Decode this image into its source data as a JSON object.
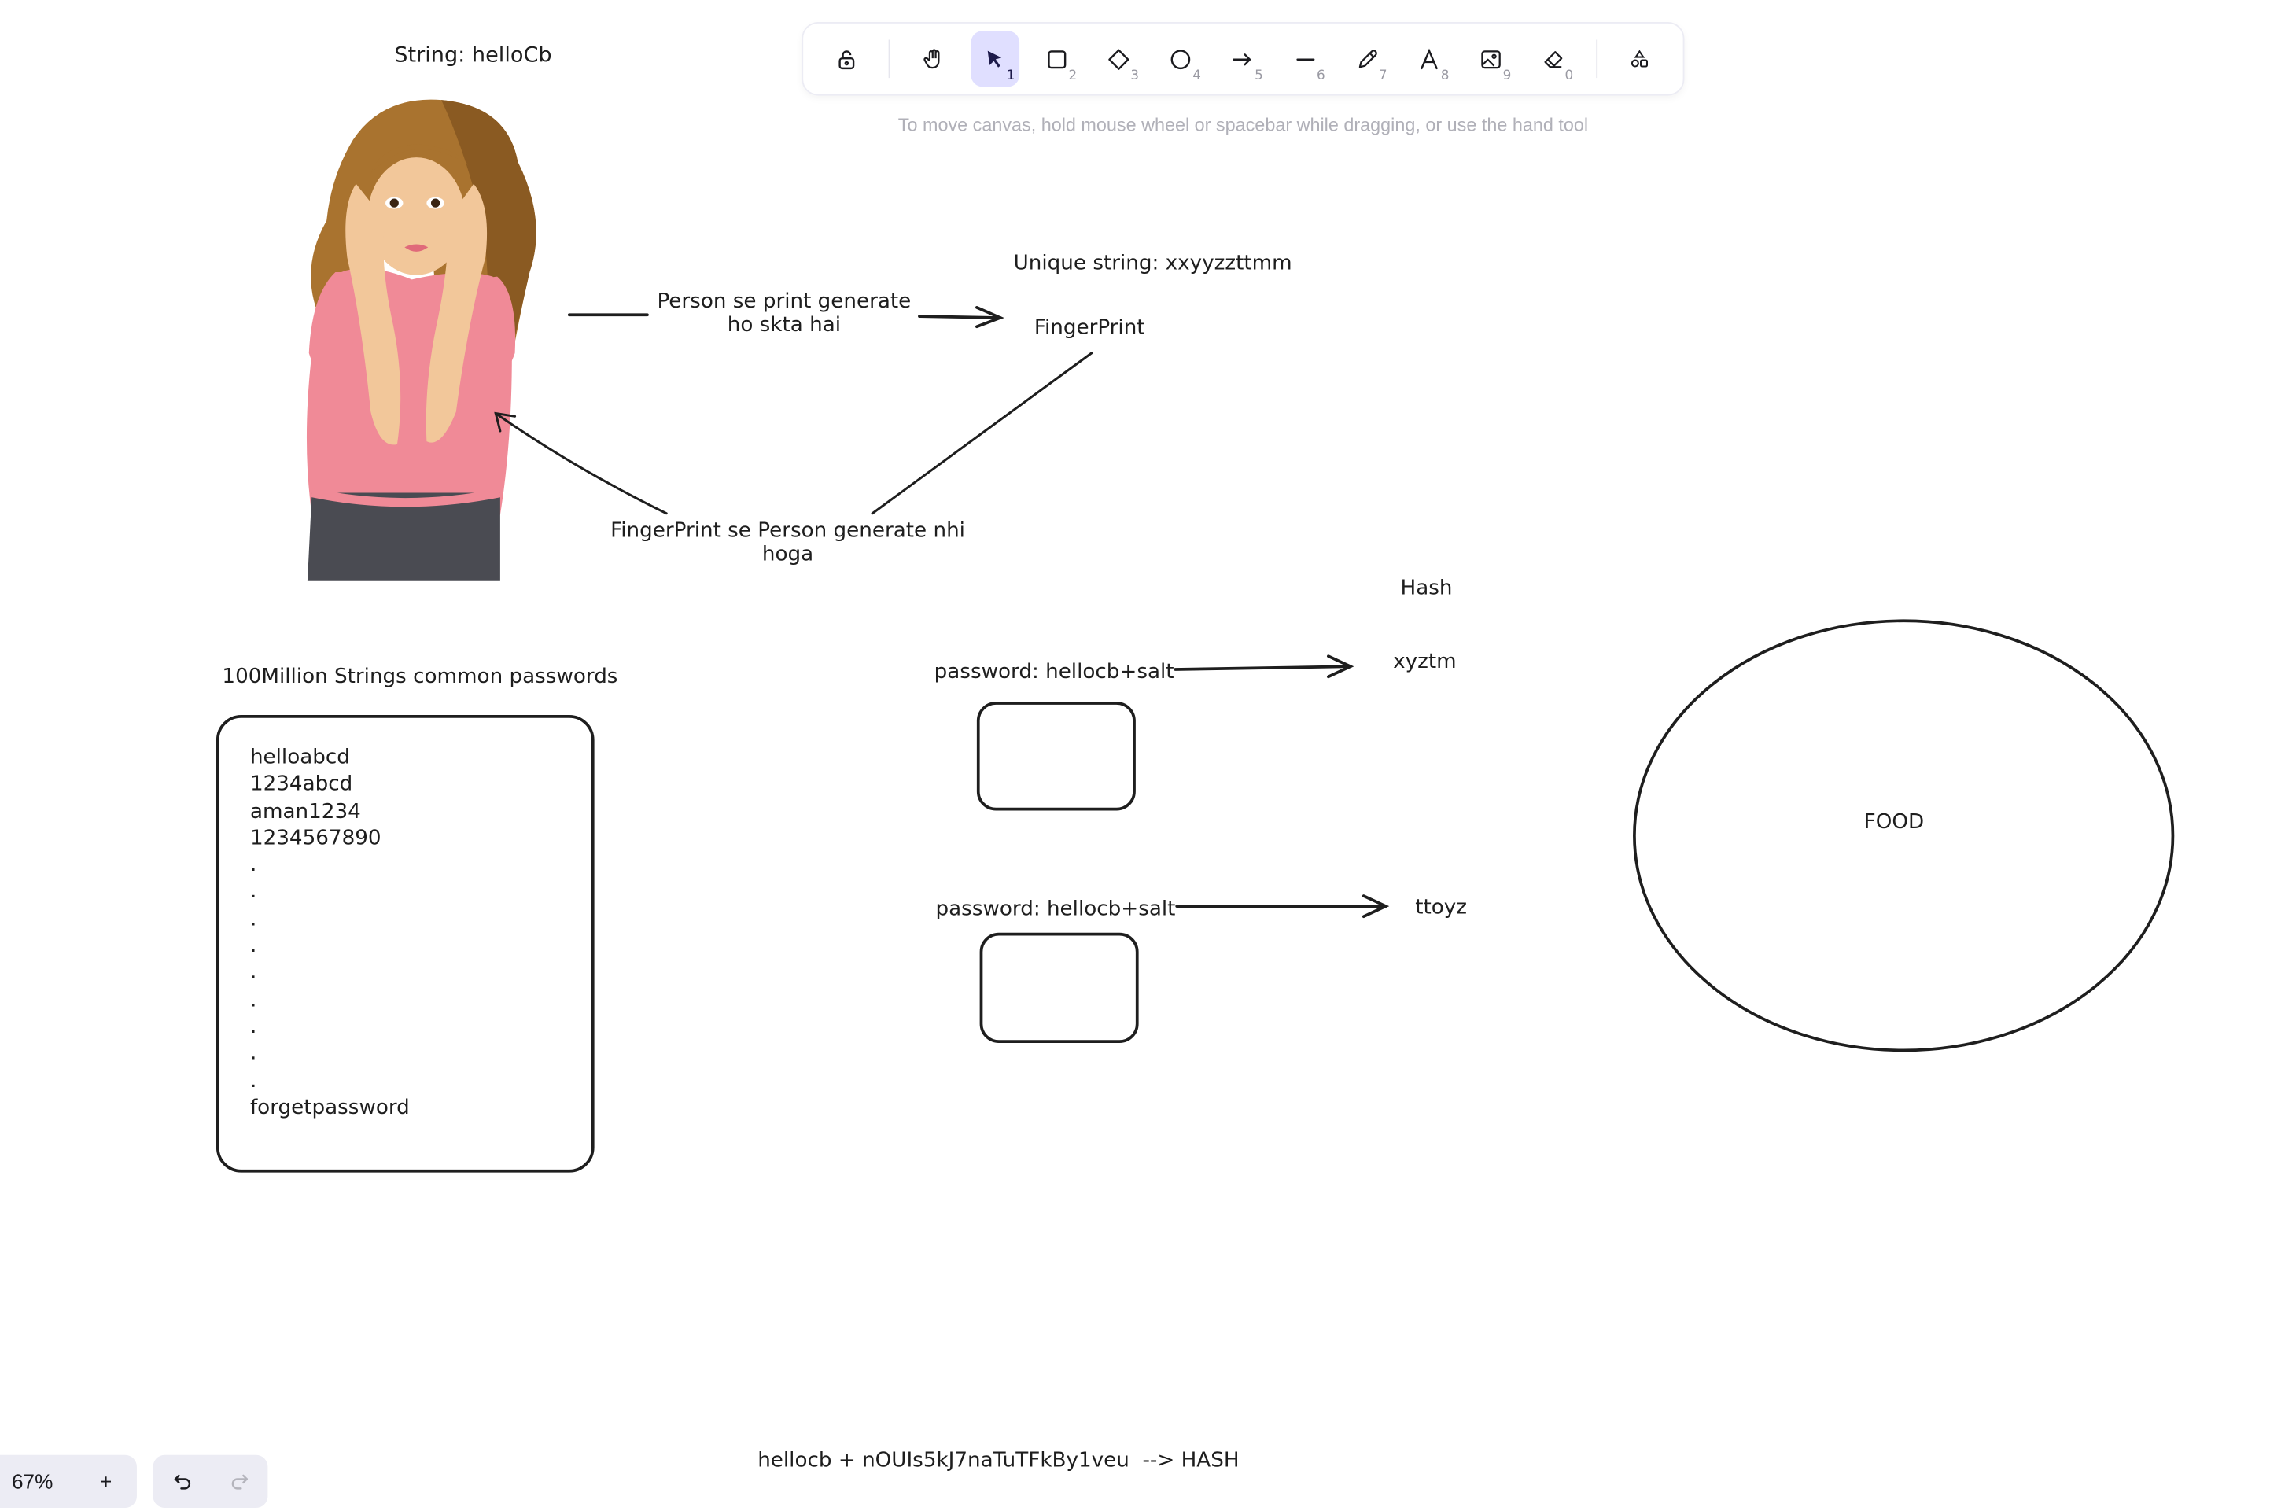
{
  "toolbar": {
    "tools": [
      {
        "name": "lock",
        "key": ""
      },
      {
        "name": "hand",
        "key": ""
      },
      {
        "name": "selection",
        "key": "1"
      },
      {
        "name": "rectangle",
        "key": "2"
      },
      {
        "name": "diamond",
        "key": "3"
      },
      {
        "name": "ellipse",
        "key": "4"
      },
      {
        "name": "arrow",
        "key": "5"
      },
      {
        "name": "line",
        "key": "6"
      },
      {
        "name": "draw",
        "key": "7"
      },
      {
        "name": "text",
        "key": "8"
      },
      {
        "name": "image",
        "key": "9"
      },
      {
        "name": "eraser",
        "key": "0"
      },
      {
        "name": "more-tools",
        "key": ""
      }
    ],
    "active_tool": "selection",
    "accent": "#e0dfff"
  },
  "hint": "To move canvas, hold mouse wheel or spacebar while dragging, or use the hand tool",
  "canvas": {
    "string_label": "String: helloCb",
    "arrow_top_label_line1": "Person se print generate",
    "arrow_top_label_line2": "ho skta hai",
    "unique_string": "Unique string: xxyyzzttmm",
    "fingerprint": "FingerPrint",
    "arrow_bottom_label_line1": "FingerPrint se Person generate nhi",
    "arrow_bottom_label_line2": "hoga",
    "hash_title": "Hash",
    "common_passwords_title": "100Million Strings common passwords",
    "password_list": [
      "helloabcd",
      "1234abcd",
      "aman1234",
      "1234567890",
      ".",
      ".",
      ".",
      ".",
      ".",
      ".",
      ".",
      ".",
      ".",
      "forgetpassword"
    ],
    "password1": "password: hellocb+salt",
    "hash1": "xyztm",
    "password2": "password: hellocb+salt",
    "hash2": "ttoyz",
    "food_label": "FOOD",
    "bottom_formula": "hellocb + nOUIs5kJ7naTuTFkBy1veu  --> HASH"
  },
  "zoom": {
    "value": "67%",
    "plus": "+"
  },
  "history": {
    "undo": "undo-icon",
    "redo": "redo-icon"
  }
}
